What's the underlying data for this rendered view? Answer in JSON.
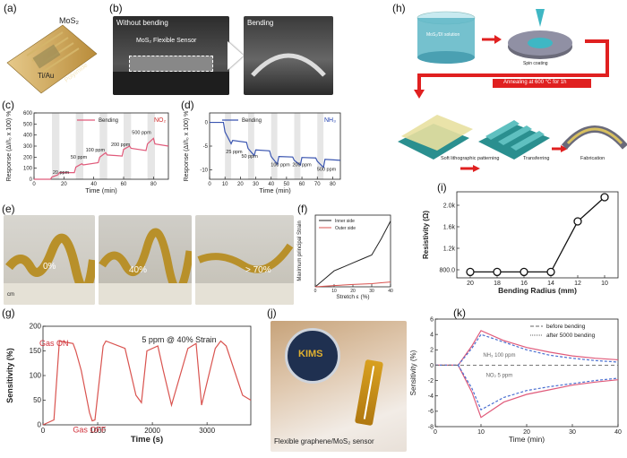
{
  "labels": {
    "a": "(a)",
    "b": "(b)",
    "c": "(c)",
    "d": "(d)",
    "e": "(e)",
    "f": "(f)",
    "g": "(g)",
    "h": "(h)",
    "i": "(i)",
    "j": "(j)",
    "k": "(k)"
  },
  "panel_a": {
    "mos2": "MoS₂",
    "tiau": "Ti/Au",
    "polyimide": "Polyimide"
  },
  "panel_b": {
    "without": "Without bending",
    "bending": "Bending",
    "sensor": "MoS₂ Flexible Sensor"
  },
  "panel_e": {
    "pct0": "0%",
    "pct40": "40%",
    "pct70": "> 70%",
    "cm": "cm"
  },
  "panel_h": {
    "solution": "MoS₂/DI solution",
    "spin": "Spin coating",
    "anneal": "Annealing at 600 °C for 1h",
    "litho": "Soft lithographic patterning",
    "transfer": "Transferring",
    "fab": "Fabrication"
  },
  "panel_j": {
    "caption": "Flexible graphene/MoS₂ sensor",
    "logo": "KIMS"
  },
  "colors": {
    "pink": "#e05a7a",
    "blue": "#3a55b0",
    "red": "#d9534f",
    "gold": "#c9a24a"
  },
  "chart_data": [
    {
      "id": "c",
      "type": "line",
      "xlabel": "Time (min)",
      "ylabel": "Response (ΔI/I₀ x 100) %",
      "xlim": [
        0,
        90
      ],
      "ylim": [
        0,
        600
      ],
      "xticks": [
        0,
        20,
        40,
        60,
        80
      ],
      "yticks": [
        0,
        100,
        200,
        300,
        400,
        500,
        600
      ],
      "legend": "Bending",
      "gas": "NO₂",
      "annotations": [
        {
          "text": "20 ppm",
          "x": 18,
          "y": 50
        },
        {
          "text": "50 ppm",
          "x": 30,
          "y": 185
        },
        {
          "text": "100 ppm",
          "x": 41,
          "y": 250
        },
        {
          "text": "200 ppm",
          "x": 58,
          "y": 300
        },
        {
          "text": "500 ppm",
          "x": 72,
          "y": 410
        }
      ],
      "exposure_windows": [
        [
          12,
          17
        ],
        [
          28,
          33
        ],
        [
          44,
          49
        ],
        [
          60,
          65
        ],
        [
          76,
          81
        ]
      ],
      "series": [
        {
          "x": [
            0,
            11,
            12,
            16,
            17,
            27,
            28,
            32,
            33,
            43,
            44,
            48,
            49,
            59,
            60,
            64,
            65,
            75,
            76,
            80,
            81,
            90
          ],
          "y": [
            0,
            0,
            20,
            40,
            60,
            60,
            110,
            140,
            130,
            150,
            200,
            240,
            220,
            210,
            270,
            300,
            280,
            260,
            320,
            370,
            320,
            300
          ]
        }
      ]
    },
    {
      "id": "d",
      "type": "line",
      "xlabel": "Time (min)",
      "ylabel": "Response (ΔI/I₀ x 100) %",
      "xlim": [
        0,
        85
      ],
      "ylim": [
        -12,
        2
      ],
      "xticks": [
        0,
        10,
        20,
        30,
        40,
        50,
        60,
        70,
        80
      ],
      "yticks": [
        0,
        -5,
        -10
      ],
      "legend": "Bending",
      "gas": "NH₃",
      "annotations": [
        {
          "text": "25 ppm",
          "x": 16,
          "y": -6.5
        },
        {
          "text": "50 ppm",
          "x": 26,
          "y": -7.5
        },
        {
          "text": "100 ppm",
          "x": 46,
          "y": -9.3
        },
        {
          "text": "200 ppm",
          "x": 60,
          "y": -9.3
        },
        {
          "text": "500 ppm",
          "x": 76,
          "y": -10.2
        }
      ],
      "exposure_windows": [
        [
          10,
          14
        ],
        [
          25,
          29
        ],
        [
          40,
          44
        ],
        [
          55,
          59
        ],
        [
          70,
          74
        ]
      ],
      "series": [
        {
          "x": [
            0,
            9,
            10,
            14,
            15,
            24,
            25,
            29,
            30,
            39,
            40,
            44,
            45,
            54,
            55,
            59,
            60,
            69,
            70,
            74,
            75,
            85
          ],
          "y": [
            0,
            0,
            -2,
            -4.5,
            -3.8,
            -4.2,
            -5.5,
            -7,
            -5.8,
            -6,
            -7.2,
            -8.8,
            -7.2,
            -7.3,
            -8,
            -9,
            -7.4,
            -7.5,
            -8.2,
            -9.5,
            -7.8,
            -8
          ]
        }
      ]
    },
    {
      "id": "f",
      "type": "line",
      "xlabel": "Stretch ε (%)",
      "ylabel": "Maximum principal Strain",
      "xlim": [
        0,
        40
      ],
      "ylim": [
        0,
        0.18
      ],
      "xticks": [
        0,
        10,
        20,
        30,
        40
      ],
      "series": [
        {
          "name": "Inner side",
          "x": [
            0,
            5,
            10,
            15,
            20,
            25,
            30,
            35,
            40
          ],
          "y": [
            0,
            0.02,
            0.04,
            0.05,
            0.06,
            0.07,
            0.08,
            0.12,
            0.165
          ]
        },
        {
          "name": "Outer side",
          "x": [
            0,
            10,
            20,
            30,
            35,
            40
          ],
          "y": [
            0,
            0.003,
            0.006,
            0.008,
            0.01,
            0.012
          ]
        }
      ]
    },
    {
      "id": "g",
      "type": "line",
      "xlabel": "Time (s)",
      "ylabel": "Sensitivity (%)",
      "xlim": [
        0,
        3800
      ],
      "ylim": [
        0,
        200
      ],
      "xticks": [
        0,
        1000,
        2000,
        3000
      ],
      "yticks": [
        0,
        50,
        100,
        150,
        200
      ],
      "title": "5 ppm @ 40% Strain",
      "annotations": [
        {
          "text": "Gas ON",
          "x": 200,
          "y": 160
        },
        {
          "text": "Gas OFF",
          "x": 850,
          "y": -15
        }
      ],
      "series": [
        {
          "x": [
            0,
            200,
            300,
            550,
            600,
            700,
            850,
            900,
            950,
            1100,
            1150,
            1500,
            1700,
            1800,
            1900,
            2100,
            2200,
            2350,
            2650,
            2800,
            2900,
            3150,
            3250,
            3350,
            3650,
            3800
          ],
          "y": [
            0,
            10,
            170,
            165,
            150,
            110,
            25,
            8,
            10,
            160,
            170,
            155,
            60,
            45,
            150,
            160,
            110,
            40,
            155,
            165,
            40,
            155,
            170,
            160,
            60,
            50
          ]
        }
      ]
    },
    {
      "id": "i",
      "type": "line",
      "xlabel": "Bending Radius (mm)",
      "ylabel": "Resistivity (Ω)",
      "xlim": [
        21,
        9
      ],
      "ylim": [
        650,
        2250
      ],
      "xticks": [
        20,
        18,
        16,
        14,
        12,
        10
      ],
      "ytick_labels": [
        "800.0",
        "1.2k",
        "1.6k",
        "2.0k"
      ],
      "ytick_values": [
        800,
        1200,
        1600,
        2000
      ],
      "series": [
        {
          "x": [
            20,
            18,
            16,
            14,
            12,
            10
          ],
          "y": [
            760,
            760,
            760,
            760,
            1700,
            2150
          ]
        }
      ]
    },
    {
      "id": "k",
      "type": "line",
      "xlabel": "Time (min)",
      "ylabel": "Sensitivity (%)",
      "xlim": [
        0,
        40
      ],
      "ylim": [
        -8,
        6
      ],
      "xticks": [
        0,
        10,
        20,
        30,
        40
      ],
      "yticks": [
        -8,
        -6,
        -4,
        -2,
        0,
        2,
        4,
        6
      ],
      "legend": [
        "before bending",
        "after 5000 bending"
      ],
      "annotations": [
        {
          "text": "NH₃ 100 ppm",
          "x": 14,
          "y": 1.1
        },
        {
          "text": "NO₂ 5 ppm",
          "x": 14,
          "y": -1.5
        }
      ],
      "series": [
        {
          "name": "before bending",
          "x": [
            0,
            5,
            8,
            10,
            15,
            20,
            25,
            30,
            35,
            40
          ],
          "y": [
            0,
            0,
            2.5,
            4.5,
            3.2,
            2.3,
            1.7,
            1.2,
            0.9,
            0.7
          ]
        },
        {
          "name": "after 5000 bending",
          "x": [
            0,
            5,
            8,
            10,
            15,
            20,
            25,
            30,
            35,
            40
          ],
          "y": [
            0,
            0,
            2.2,
            4.0,
            3.0,
            2.0,
            1.3,
            0.9,
            0.6,
            0.4
          ]
        },
        {
          "name": "before bending",
          "x": [
            0,
            5,
            8,
            10,
            15,
            20,
            25,
            30,
            35,
            40
          ],
          "y": [
            0,
            0,
            -3.5,
            -6.8,
            -4.8,
            -3.8,
            -3.2,
            -2.6,
            -2.2,
            -1.9
          ]
        },
        {
          "name": "after 5000 bending",
          "x": [
            0,
            5,
            8,
            10,
            15,
            20,
            25,
            30,
            35,
            40
          ],
          "y": [
            0,
            0,
            -3,
            -5.8,
            -4.2,
            -3.3,
            -2.8,
            -2.4,
            -2,
            -1.7
          ]
        }
      ]
    }
  ]
}
